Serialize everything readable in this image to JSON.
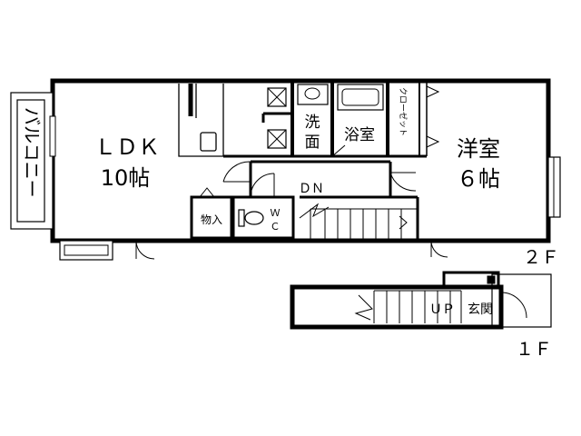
{
  "floor_2": {
    "floor_label": "２Ｆ",
    "balcony": "バルコニー",
    "ldk_name": "ＬＤＫ",
    "ldk_size": "10帖",
    "washroom_line1": "洗",
    "washroom_line2": "面",
    "bath": "浴室",
    "closet": "クローゼット",
    "western_name": "洋室",
    "western_size": "６帖",
    "down": "ＤＮ",
    "storage": "物入",
    "wc_line1": "Ｗ",
    "wc_line2": "Ｃ"
  },
  "floor_1": {
    "floor_label": "１Ｆ",
    "up": "ＵＰ",
    "entrance": "玄関"
  },
  "colors": {
    "wall": "#000000",
    "line": "#000000",
    "background": "#ffffff"
  }
}
